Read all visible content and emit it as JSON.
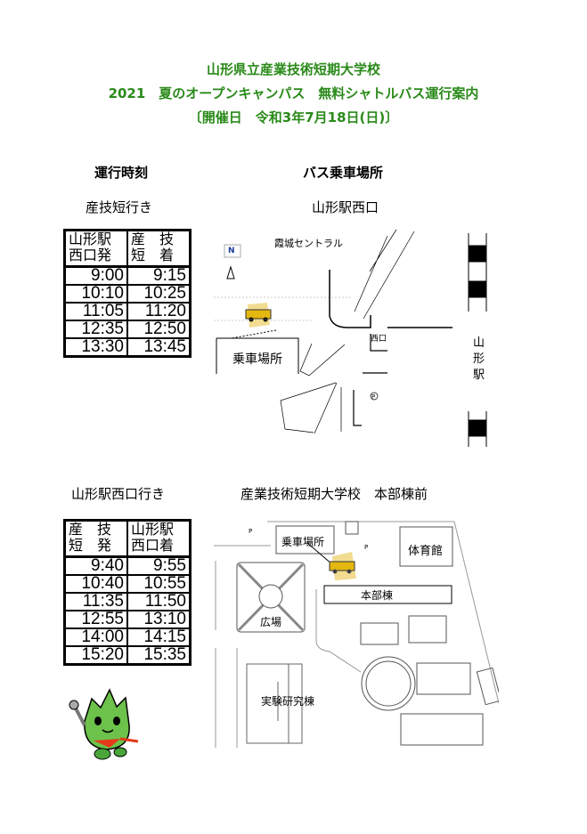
{
  "header": {
    "line1": "山形県立産業技術短期大学校",
    "line2": "2021　夏のオープンキャンパス　無料シャトルバス運行案内",
    "line3": "〔開催日　令和3年7月18日(日)〕"
  },
  "sections": {
    "schedule": "運行時刻",
    "stop": "バス乗車場所"
  },
  "outbound": {
    "heading": "産技短行き",
    "headers": [
      [
        "山形駅",
        "西口発"
      ],
      [
        "産　技",
        "短　着"
      ]
    ],
    "rows": [
      [
        "9:00",
        "9:15"
      ],
      [
        "10:10",
        "10:25"
      ],
      [
        "11:05",
        "11:20"
      ],
      [
        "12:35",
        "12:50"
      ],
      [
        "13:30",
        "13:45"
      ]
    ]
  },
  "inbound": {
    "heading": "山形駅西口行き",
    "headers": [
      [
        "産　技",
        "短　発"
      ],
      [
        "山形駅",
        "西口着"
      ]
    ],
    "rows": [
      [
        "9:40",
        "9:55"
      ],
      [
        "10:40",
        "10:55"
      ],
      [
        "11:35",
        "11:50"
      ],
      [
        "12:55",
        "13:10"
      ],
      [
        "14:00",
        "14:15"
      ],
      [
        "15:20",
        "15:35"
      ]
    ]
  },
  "map1": {
    "heading": "山形駅西口",
    "north": "N",
    "building": "霞城セントラル",
    "stop": "乗車場所",
    "exit": "西口",
    "station": "山形駅",
    "parking": "P"
  },
  "map2": {
    "heading": "産業技術短期大学校　本部棟前",
    "stop": "乗車場所",
    "gym": "体育館",
    "main": "本部棟",
    "plaza": "広場",
    "lab": "実験研究棟",
    "parking": "P"
  }
}
